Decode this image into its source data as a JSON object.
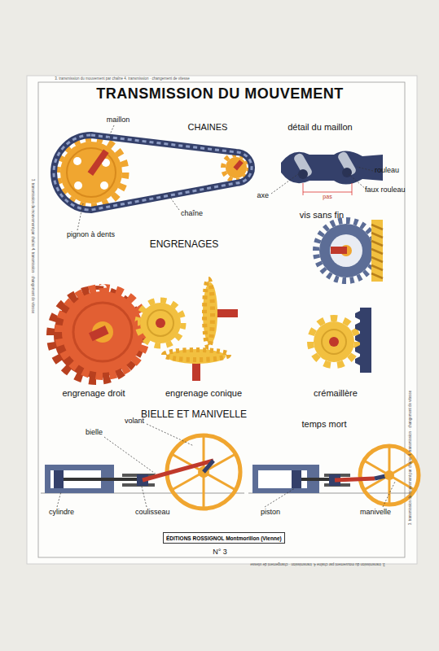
{
  "diagram": {
    "title": "TRANSMISSION DU MOUVEMENT",
    "nodes": [
      {
        "text": [
          "ÉDITIONS ROSSIGNOL Montmorillon (Vienne)"
        ]
      }
    ],
    "labels": [
      "CHAINES",
      "détail du maillon",
      "maillon",
      "rouleau",
      "axe",
      "pas",
      "faux rouleau",
      "pignon à dents",
      "chaîne",
      "vis sans fin",
      "ENGRENAGES",
      "engrenage droit",
      "engrenage conique",
      "crémaillère",
      "BIELLE ET MANIVELLE",
      "temps mort",
      "volant",
      "bielle",
      "cylindre",
      "coulisseau",
      "piston",
      "manivelle",
      "N° 3",
      "3. transmission du mouvement par chaîne 4. transmission · changement de vitesse",
      "3. transmission du mouvement par chaîne 4. transmission · changement de vitesse",
      "3. transmission du mouvement par chaîne 4. transmission · changement de vitesse",
      "3. transmission du mouvement par chaîne 4. transmission · changement de vitesse"
    ]
  }
}
